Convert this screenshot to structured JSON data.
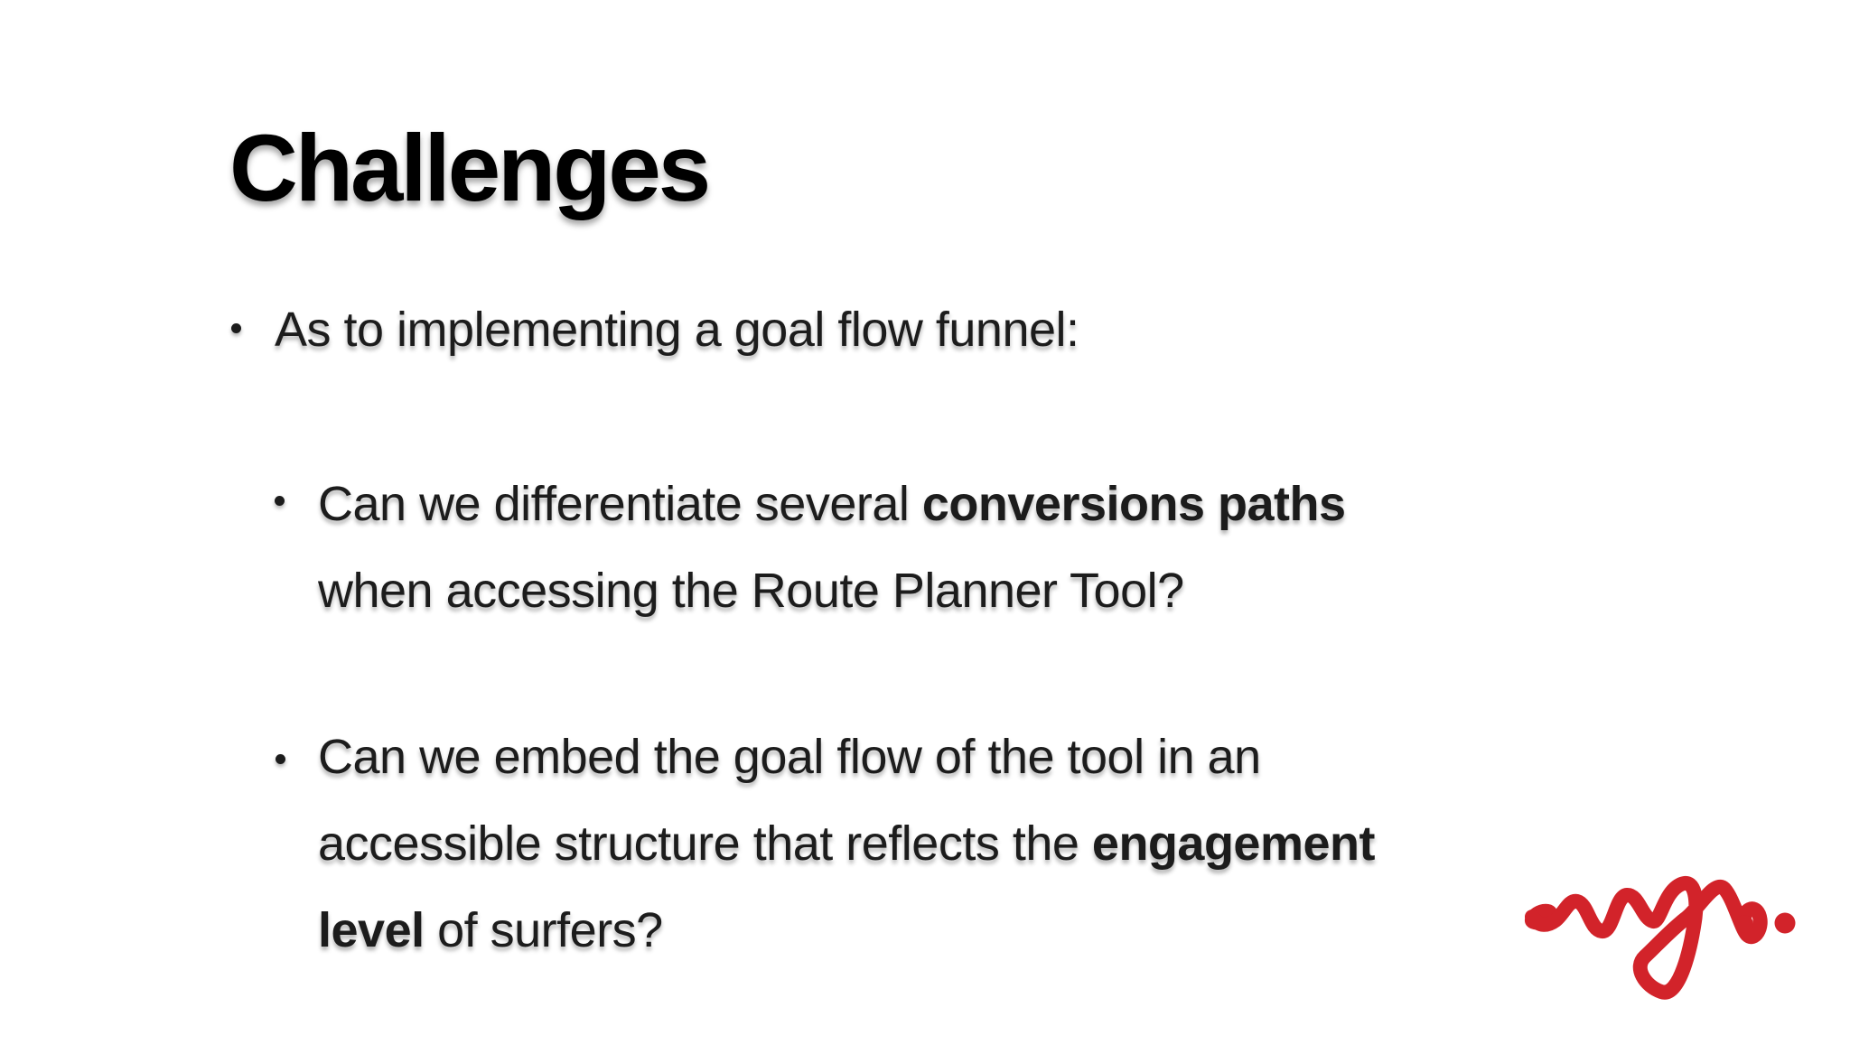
{
  "slide": {
    "title": "Challenges",
    "bullet1": "As to implementing a goal flow funnel:",
    "bullet2": {
      "line1_pre": "Can we differentiate several ",
      "line1_bold": "conversions paths",
      "line2": "when accessing the Route Planner Tool?"
    },
    "bullet3": {
      "line1": "Can we embed the goal flow of the tool in an",
      "line2_pre": "accessible structure that reflects the ",
      "line2_bold": "engagement",
      "line3_bold": "level",
      "line3_post": " of surfers?"
    },
    "logo": {
      "name": "wijs-signature-logo",
      "color": "#d2232a"
    }
  },
  "colors": {
    "background": "#ffffff",
    "text": "#1c1c1c",
    "title": "#000000",
    "accent_red": "#d2232a"
  }
}
